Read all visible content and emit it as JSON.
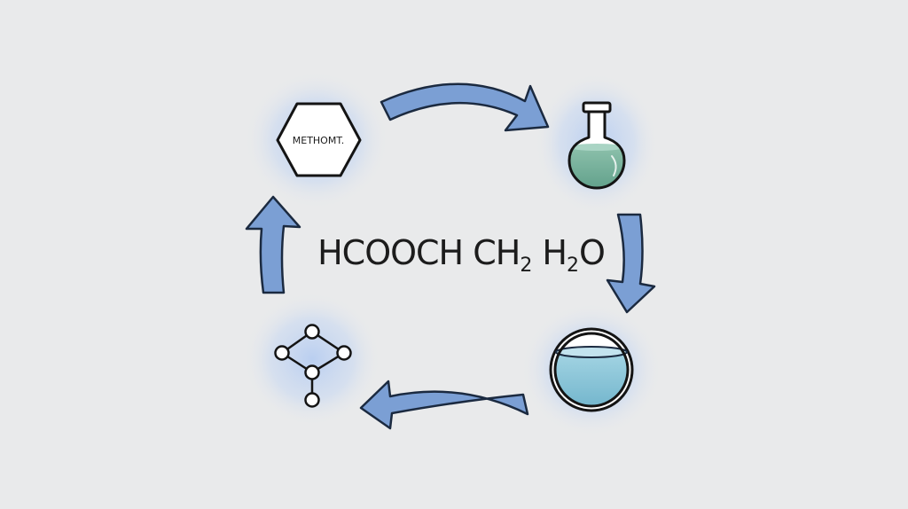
{
  "nodes": {
    "methanol_label": "METHOMT."
  },
  "formula": {
    "part1": "HCOOCH CH",
    "sub1": "2",
    "part2": " H",
    "sub2": "2",
    "part3": "O"
  },
  "colors": {
    "background": "#e9eaeb",
    "arrow_fill": "#7b9fd4",
    "arrow_stroke": "#1b2a40",
    "glow": "#b7cdf0",
    "flask_liquid": "#6fad98",
    "beaker_liquid": "#86c4d8",
    "outline": "#141414"
  },
  "icons": [
    "hexagon-icon",
    "flask-icon",
    "beaker-icon",
    "molecule-icon"
  ]
}
